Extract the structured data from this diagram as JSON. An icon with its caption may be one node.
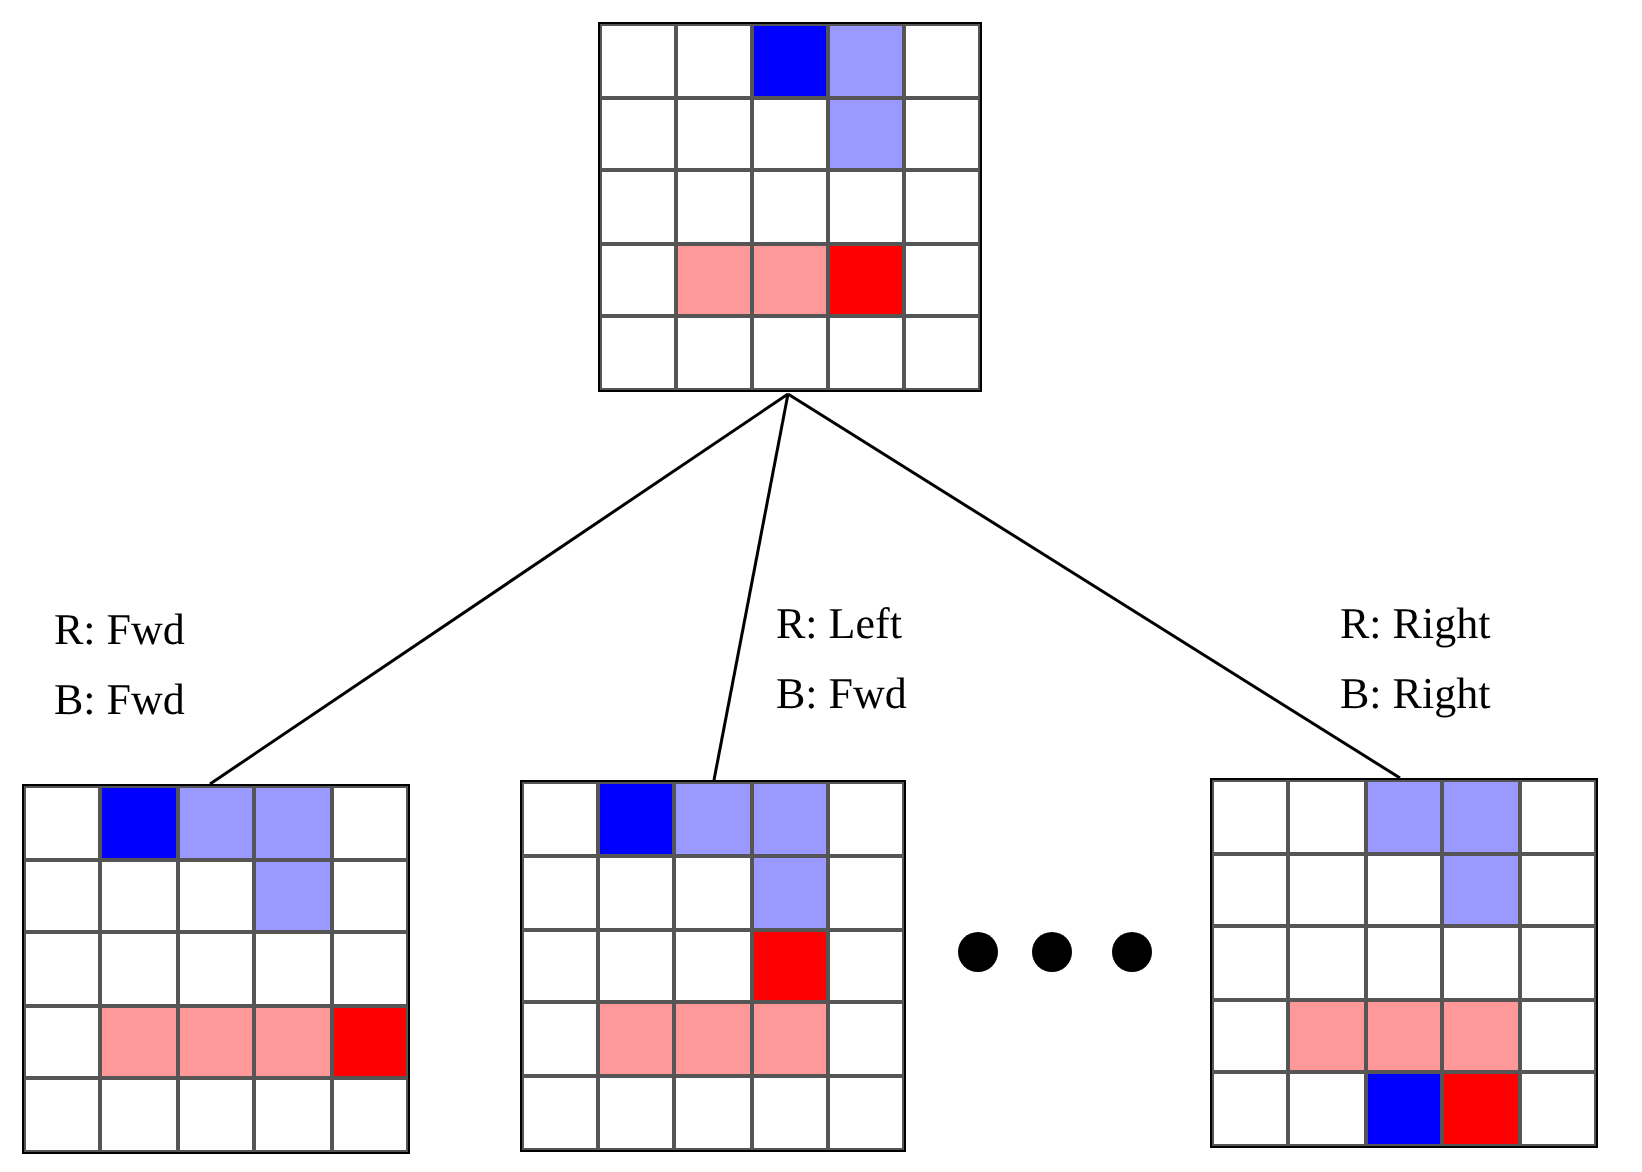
{
  "diagram": {
    "nodes": [
      {
        "text": [],
        "shape": "grid"
      },
      {
        "text": [],
        "shape": "grid"
      },
      {
        "text": [],
        "shape": "grid"
      },
      {
        "text": [],
        "shape": "grid"
      }
    ],
    "edges": [
      {
        "from": 0,
        "to": 1,
        "arrow": "none",
        "label": "R: Fwd B: Fwd"
      },
      {
        "from": 0,
        "to": 2,
        "arrow": "none",
        "label": "R: Left B: Fwd"
      },
      {
        "from": 0,
        "to": 3,
        "arrow": "none",
        "label": "R: Right B: Right"
      }
    ]
  }
}
